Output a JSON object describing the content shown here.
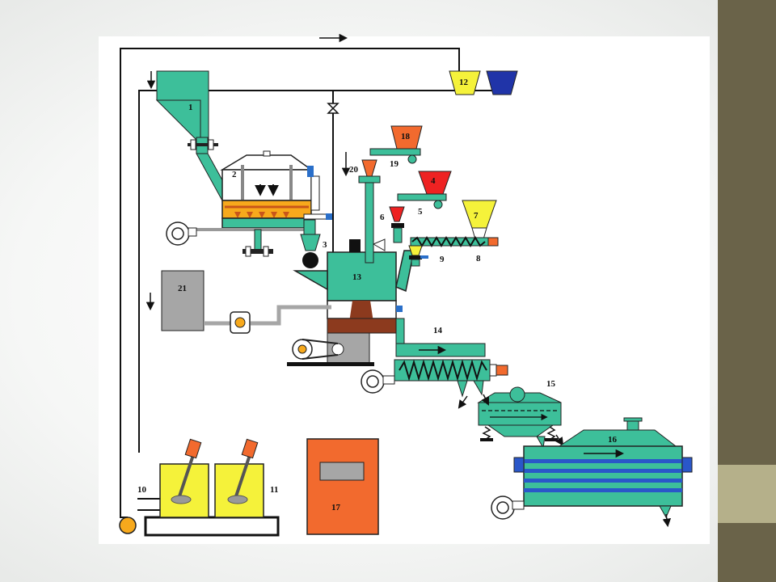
{
  "colors": {
    "equipment": "#3dbf9a",
    "yellow": "#f5f23a",
    "orange": "#f26a2e",
    "red": "#ee2222",
    "blue": "#2034a8",
    "grey": "#a6a6a6",
    "brown": "#8c3a1e",
    "amber": "#f7a91c",
    "bar_dark": "#6a6349",
    "bar_light": "#b5b08a"
  },
  "labels": {
    "l1": "1",
    "l2": "2",
    "l3": "3",
    "l4": "4",
    "l5": "5",
    "l6": "6",
    "l7": "7",
    "l8": "8",
    "l9": "9",
    "l10": "10",
    "l11": "11",
    "l12": "12",
    "l13": "13",
    "l14": "14",
    "l15": "15",
    "l16": "16",
    "l17": "17",
    "l18": "18",
    "l19": "19",
    "l20": "20",
    "l21": "21"
  }
}
